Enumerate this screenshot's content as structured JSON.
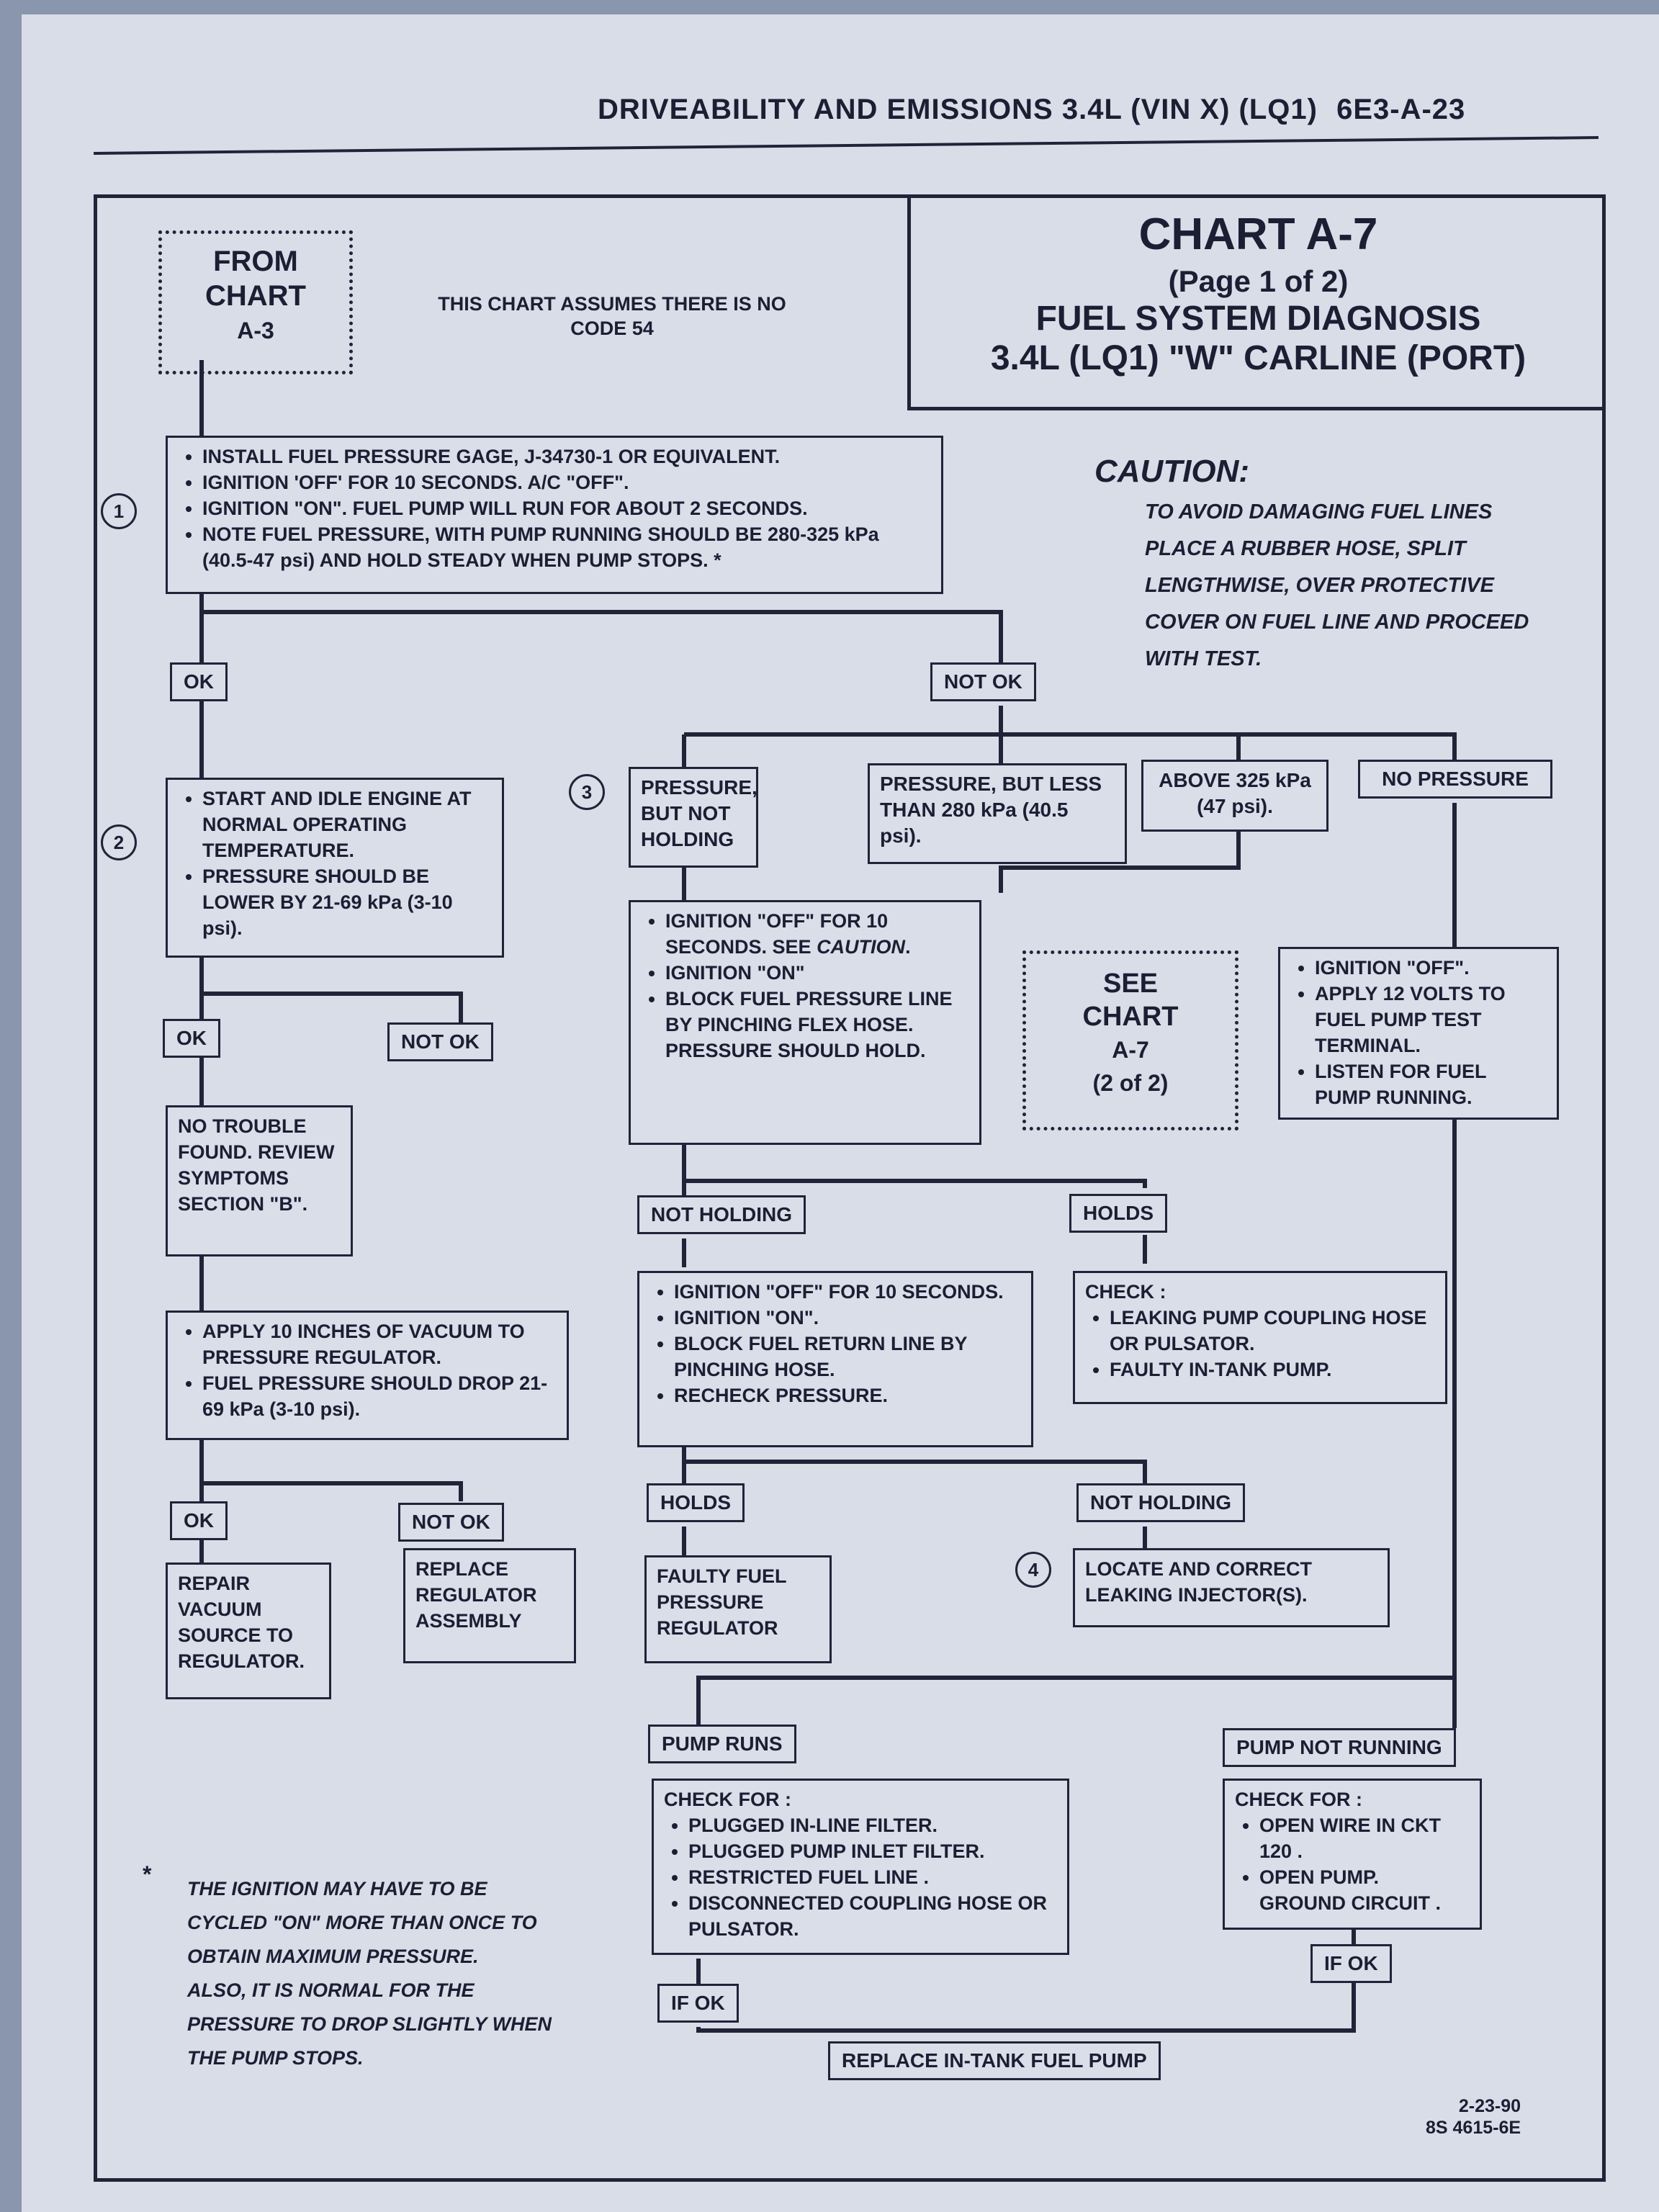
{
  "header": {
    "section": "DRIVEABILITY AND EMISSIONS 3.4L (VIN X) (LQ1)",
    "page_code": "6E3-A-23"
  },
  "title_block": {
    "chart": "CHART A-7",
    "page": "(Page 1 of 2)",
    "title1": "FUEL SYSTEM DIAGNOSIS",
    "title2": "3.4L (LQ1) \"W\" CARLINE (PORT)"
  },
  "from_chart": {
    "line1": "FROM",
    "line2": "CHART",
    "line3": "A-3"
  },
  "assumption": {
    "line1": "THIS CHART ASSUMES THERE IS NO",
    "line2": "CODE 54"
  },
  "caution": {
    "title": "CAUTION:",
    "lines": [
      "TO AVOID DAMAGING FUEL LINES",
      "PLACE A RUBBER HOSE, SPLIT",
      "LENGTHWISE, OVER PROTECTIVE",
      "COVER ON FUEL LINE AND PROCEED",
      "WITH TEST."
    ]
  },
  "steps": {
    "s1": "1",
    "s2": "2",
    "s3": "3",
    "s4": "4"
  },
  "box1": {
    "items": [
      "INSTALL FUEL PRESSURE GAGE, J-34730-1 OR  EQUIVALENT.",
      "IGNITION 'OFF' FOR 10 SECONDS.  A/C \"OFF\".",
      "IGNITION \"ON\".  FUEL PUMP WILL RUN FOR ABOUT 2 SECONDS.",
      "NOTE FUEL PRESSURE, WITH PUMP RUNNING SHOULD BE 280-325 kPa  (40.5-47 psi) AND HOLD STEADY WHEN PUMP STOPS. *"
    ]
  },
  "labels": {
    "ok1": "OK",
    "notok1": "NOT OK",
    "ok2": "OK",
    "notok2": "NOT OK",
    "ok3": "OK",
    "notok3": "NOT OK",
    "not_holding1": "NOT HOLDING",
    "holds1": "HOLDS",
    "holds2": "HOLDS",
    "not_holding2": "NOT HOLDING",
    "pump_runs": "PUMP RUNS",
    "pump_not_running": "PUMP NOT RUNNING",
    "if_ok1": "IF OK",
    "if_ok2": "IF OK",
    "replace_pump": "REPLACE  IN-TANK FUEL PUMP",
    "no_pressure": "NO PRESSURE"
  },
  "box2": {
    "items": [
      "START AND IDLE ENGINE AT NORMAL OPERATING TEMPERATURE.",
      "PRESSURE SHOULD BE LOWER BY 21-69 kPa (3-10 psi)."
    ]
  },
  "box_pressure_not_holding": {
    "text": "PRESSURE, BUT NOT HOLDING"
  },
  "box_less_280": {
    "text": "PRESSURE, BUT LESS THAN 280 kPa (40.5 psi)."
  },
  "box_above_325": {
    "text": "ABOVE 325 kPa (47 psi)."
  },
  "box3": {
    "items": [
      "IGNITION \"OFF\" FOR 10 SECONDS.  SEE CAUTION.",
      "IGNITION \"ON\"",
      "BLOCK FUEL PRESSURE LINE BY PINCHING FLEX HOSE.  PRESSURE SHOULD HOLD."
    ]
  },
  "see_chart": {
    "line1": "SEE",
    "line2": "CHART",
    "line3": "A-7",
    "line4": "(2 of 2)"
  },
  "box_no_pressure": {
    "items": [
      "IGNITION \"OFF\".",
      "APPLY 12 VOLTS TO FUEL PUMP TEST TERMINAL.",
      "LISTEN FOR FUEL PUMP RUNNING."
    ]
  },
  "no_trouble": {
    "text": "NO TROUBLE FOUND. REVIEW SYMPTOMS SECTION \"B\"."
  },
  "box_vacuum": {
    "items": [
      "APPLY 10 INCHES OF VACUUM TO PRESSURE REGULATOR.",
      "FUEL PRESSURE SHOULD DROP 21-69 kPa  (3-10 psi)."
    ]
  },
  "box_return": {
    "items": [
      "IGNITION \"OFF\" FOR 10 SECONDS.",
      "IGNITION \"ON\".",
      "BLOCK FUEL RETURN LINE BY PINCHING HOSE.",
      "RECHECK PRESSURE."
    ]
  },
  "box_check_coupling": {
    "title": "CHECK :",
    "items": [
      "LEAKING PUMP COUPLING HOSE OR PULSATOR.",
      "FAULTY IN-TANK PUMP."
    ]
  },
  "repair_vacuum": {
    "text": "REPAIR VACUUM SOURCE TO REGULATOR."
  },
  "replace_regulator": {
    "text": "REPLACE REGULATOR ASSEMBLY"
  },
  "faulty_regulator": {
    "text": "FAULTY  FUEL PRESSURE REGULATOR"
  },
  "leaking_injector": {
    "text": "LOCATE  AND  CORRECT LEAKING INJECTOR(S)."
  },
  "box_check_filter": {
    "title": "CHECK FOR :",
    "items": [
      "PLUGGED IN-LINE FILTER.",
      "PLUGGED PUMP INLET FILTER.",
      "RESTRICTED FUEL LINE .",
      "DISCONNECTED COUPLING HOSE OR PULSATOR."
    ]
  },
  "box_check_wire": {
    "title": "CHECK FOR :",
    "items": [
      "OPEN WIRE IN CKT 120 .",
      "OPEN PUMP. GROUND CIRCUIT ."
    ]
  },
  "footnote": {
    "star": "*",
    "lines": [
      "THE IGNITION MAY HAVE TO BE",
      "CYCLED \"ON\" MORE THAN ONCE TO",
      "OBTAIN MAXIMUM PRESSURE.",
      "ALSO, IT IS NORMAL FOR THE",
      "PRESSURE TO DROP SLIGHTLY WHEN",
      "THE PUMP STOPS."
    ]
  },
  "footer": {
    "date": "2-23-90",
    "code": "8S 4615-6E"
  }
}
